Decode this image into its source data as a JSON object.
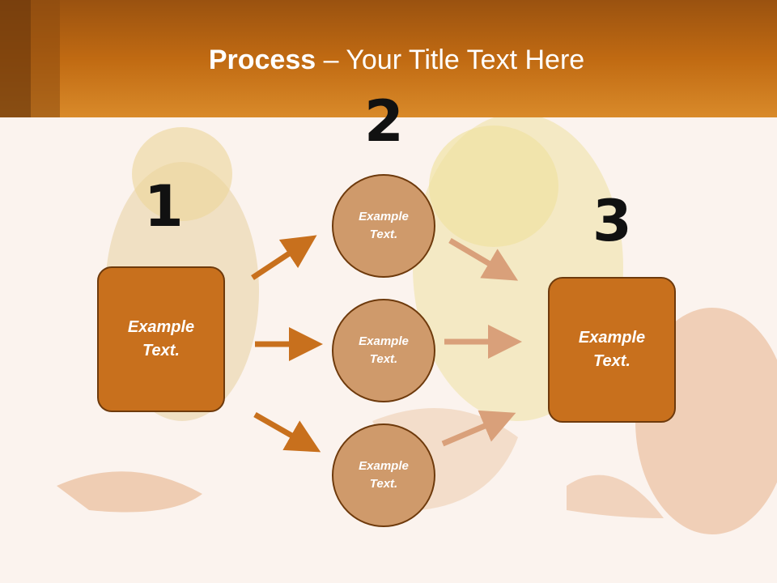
{
  "title": {
    "bold": "Process",
    "rest": " – Your Title Text Here"
  },
  "steps": {
    "one": "1",
    "two": "2",
    "three": "3"
  },
  "left_box": {
    "line1": "Example",
    "line2": "Text."
  },
  "right_box": {
    "line1": "Example",
    "line2": "Text."
  },
  "circles": [
    {
      "line1": "Example",
      "line2": "Text."
    },
    {
      "line1": "Example",
      "line2": "Text."
    },
    {
      "line1": "Example",
      "line2": "Text."
    }
  ],
  "colors": {
    "header": "#c06a12",
    "box_fill": "#c8701d",
    "circle_fill": "#cf9a6b",
    "border": "#6e3a0c",
    "arrow_dark": "#c8701d",
    "arrow_light": "#d9a07a"
  }
}
